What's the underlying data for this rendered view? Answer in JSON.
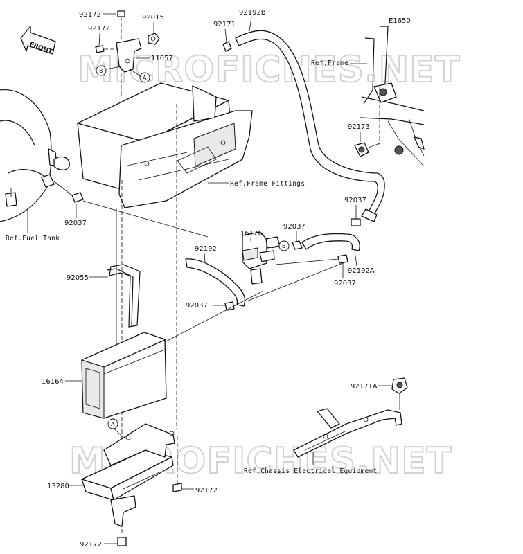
{
  "watermark": {
    "text_top": "MICROFICHES.NET",
    "text_bottom": "MICROFICHES.NET"
  },
  "direction": {
    "label": "FRONT"
  },
  "figure_code": "E1650",
  "part_numbers": {
    "p92172_top_a": "92172",
    "p92015": "92015",
    "p92172_top_b": "92172",
    "p11057": "11057",
    "p92171": "92171",
    "p92192B": "92192B",
    "p92173": "92173",
    "p92037_left": "92037",
    "p92037_right_top": "92037",
    "p16126": "16126",
    "p92037_center": "92037",
    "p92192": "92192",
    "p92192A": "92192A",
    "p92037_under": "92037",
    "p92055": "92055",
    "p92037_lower": "92037",
    "p16164": "16164",
    "p92171A": "92171A",
    "p13280": "13280",
    "p92172_bottom_right": "92172",
    "p92172_bottom": "92172"
  },
  "references": {
    "frame": "Ref.Frame",
    "frame_fittings": "Ref.Frame Fittings",
    "fuel_tank": "Ref.Fuel Tank",
    "chassis_electrical": "Ref.Chassis Electrical Equipment"
  },
  "callouts": {
    "a_top": "A",
    "b_top": "B",
    "b_valve": "B",
    "a_bottom": "A"
  }
}
